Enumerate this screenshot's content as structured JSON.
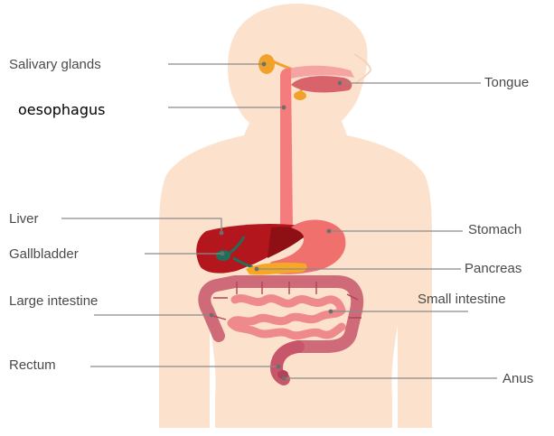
{
  "diagram": {
    "colors": {
      "body": "#fce2cd",
      "oesophagus": "#f47c7c",
      "liver": "#b3161c",
      "stomach": "#f0706e",
      "pancreas": "#f7a823",
      "intestine": "#ea8a8a",
      "salivary": "#f0a22a",
      "tongue": "#d9636a",
      "gallbladder": "#1f6f5a",
      "leader": "#8a8a8a"
    },
    "labels": {
      "salivary_glands": "Salivary glands",
      "oesophagus": "oesophagus",
      "liver": "Liver",
      "gallbladder": "Gallbladder",
      "large_intestine": "Large intestine",
      "rectum": "Rectum",
      "tongue": "Tongue",
      "stomach": "Stomach",
      "pancreas": "Pancreas",
      "small_intestine": "Small intestine",
      "anus": "Anus"
    }
  }
}
